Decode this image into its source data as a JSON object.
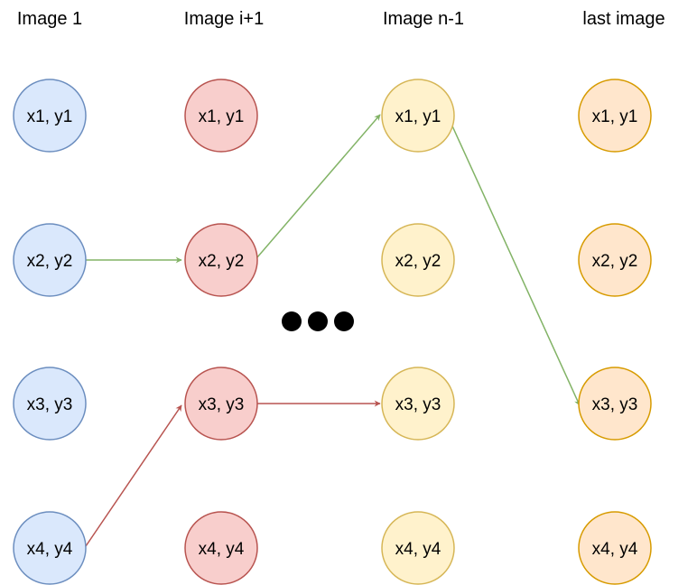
{
  "columns": [
    {
      "title": "Image 1",
      "fill": "#dae8fc",
      "stroke": "#6c8ebf",
      "nodes": [
        "x1, y1",
        "x2, y2",
        "x3, y3",
        "x4, y4"
      ]
    },
    {
      "title": "Image i+1",
      "fill": "#f8cecc",
      "stroke": "#b85450",
      "nodes": [
        "x1, y1",
        "x2, y2",
        "x3, y3",
        "x4, y4"
      ]
    },
    {
      "title": "Image n-1",
      "fill": "#fff2cc",
      "stroke": "#d6b656",
      "nodes": [
        "x1, y1",
        "x2, y2",
        "x3, y3",
        "x4, y4"
      ]
    },
    {
      "title": "last image",
      "fill": "#ffe6cc",
      "stroke": "#d79b00",
      "nodes": [
        "x1, y1",
        "x2, y2",
        "x3, y3",
        "x4, y4"
      ]
    }
  ],
  "ellipsis_icon": "ellipsis-dots-icon",
  "edges": [
    {
      "from": "Image 1 x2, y2",
      "to": "Image i+1 x2, y2",
      "color": "#82b366"
    },
    {
      "from": "Image i+1 x2, y2",
      "to": "Image n-1 x1, y1",
      "color": "#82b366"
    },
    {
      "from": "Image n-1 x1, y1",
      "to": "last image x3, y3",
      "color": "#82b366"
    },
    {
      "from": "Image 1 x4, y4",
      "to": "Image i+1 x3, y3",
      "color": "#b85450"
    },
    {
      "from": "Image i+1 x3, y3",
      "to": "Image n-1 x3, y3",
      "color": "#b85450"
    }
  ]
}
